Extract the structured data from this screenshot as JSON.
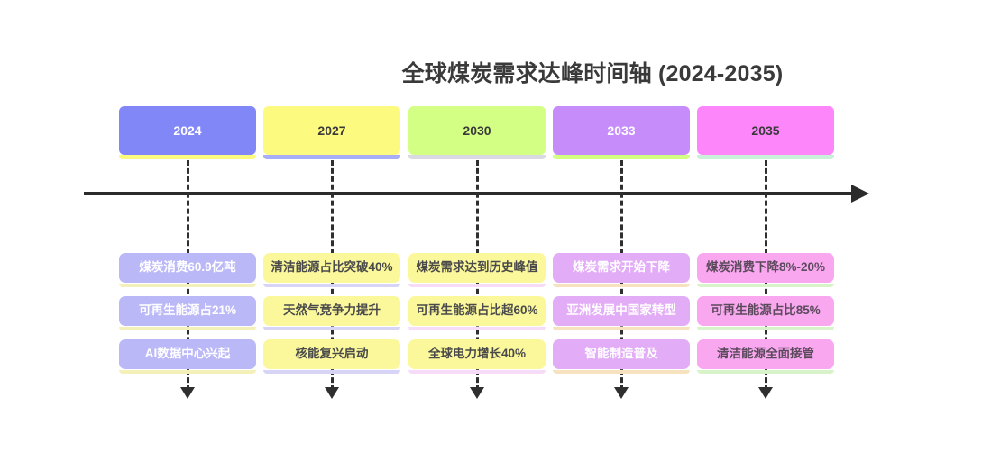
{
  "title": "全球煤炭需求达峰时间轴 (2024-2035)",
  "axis": {
    "name": "timeline-arrow",
    "direction": "left-to-right",
    "color": "#2b2b2b"
  },
  "chart_data": {
    "type": "timeline",
    "title": "全球煤炭需求达峰时间轴 (2024-2035)",
    "xlabel": "",
    "ylabel": "",
    "categories": [
      "2024",
      "2027",
      "2030",
      "2033",
      "2035"
    ],
    "milestones": [
      {
        "year": "2024",
        "header_bg": "#8287f8",
        "header_text_color": "#ffffff",
        "header_accent": "#fdfa80",
        "event_bg": "#bbb8f8",
        "event_text_color": "#ffffff",
        "event_accent": "#f3f0b9",
        "events": [
          "煤炭消费60.9亿吨",
          "可再生能源占21%",
          "AI数据中心兴起"
        ]
      },
      {
        "year": "2027",
        "header_bg": "#fdfa80",
        "header_text_color": "#3a3a3a",
        "header_accent": "#a8aef6",
        "event_bg": "#fbf89c",
        "event_text_color": "#4a4a4a",
        "event_accent": "#d7d4f5",
        "events": [
          "清洁能源占比突破40%",
          "天然气竞争力提升",
          "核能复兴启动"
        ]
      },
      {
        "year": "2030",
        "header_bg": "#d2ff84",
        "header_text_color": "#3a3a3a",
        "header_accent": "#d9d9e2",
        "event_bg": "#fbf89c",
        "event_text_color": "#4a4a4a",
        "event_accent": "#f6dcf7",
        "events": [
          "煤炭需求达到历史峰值",
          "可再生能源占比超60%",
          "全球电力增长40%"
        ]
      },
      {
        "year": "2033",
        "header_bg": "#c68dfa",
        "header_text_color": "#ffffff",
        "header_accent": "#d2ff84",
        "event_bg": "#e3acf7",
        "event_text_color": "#ffffff",
        "event_accent": "#f7e2c0",
        "events": [
          "煤炭需求开始下降",
          "亚洲发展中国家转型",
          "智能制造普及"
        ]
      },
      {
        "year": "2035",
        "header_bg": "#fc86fa",
        "header_text_color": "#3a3a3a",
        "header_accent": "#c9f0d8",
        "event_bg": "#f9a8f0",
        "event_text_color": "#5b4a5b",
        "event_accent": "#d8f3c9",
        "events": [
          "煤炭消费下降8%-20%",
          "可再生能源占比85%",
          "清洁能源全面接管"
        ]
      }
    ]
  }
}
